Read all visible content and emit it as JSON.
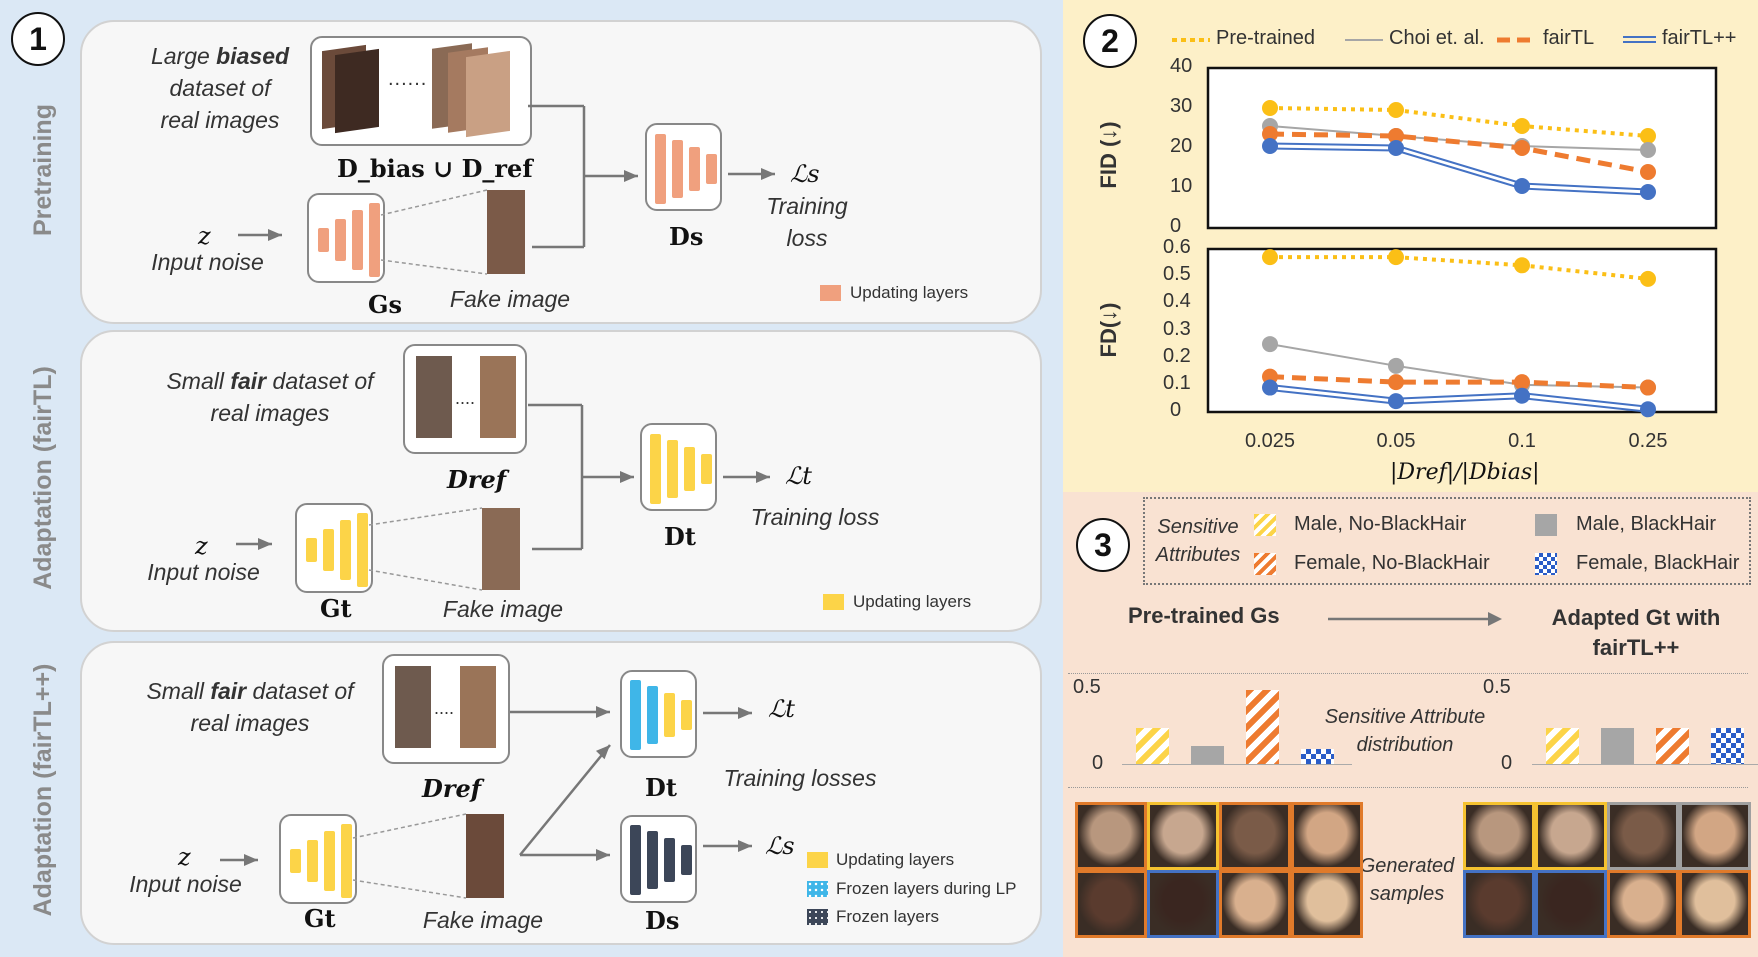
{
  "panels": {
    "p1": {
      "number": "1",
      "title": "Pretraining",
      "dataset_text": [
        "Large",
        "biased",
        "dataset of",
        "real images"
      ],
      "dots": "......",
      "dataset_label": "D_bias ∪ D_ref",
      "disc_label": "Ds",
      "gen_label": "Gs",
      "loss_symbol": "ℒs",
      "loss_text": [
        "Training",
        "loss"
      ],
      "z": "z",
      "noise": "Input noise",
      "fake": "Fake image",
      "legend": "Updating layers"
    },
    "p2": {
      "title": "Adaptation (fairTL)",
      "dataset_text": [
        "Small",
        "fair",
        "dataset of",
        "real images"
      ],
      "dots": "....",
      "dataset_label": "Dref",
      "disc_label": "Dt",
      "gen_label": "Gt",
      "loss_symbol": "ℒt",
      "loss_text": "Training loss",
      "z": "z",
      "noise": "Input noise",
      "fake": "Fake image",
      "legend": "Updating layers"
    },
    "p3": {
      "title": "Adaptation (fairTL++)",
      "dataset_text": [
        "Small",
        "fair",
        "dataset of",
        "real images"
      ],
      "dots": "....",
      "dataset_label": "Dref",
      "disc_t_label": "Dt",
      "disc_s_label": "Ds",
      "gen_label": "Gt",
      "loss_t": "ℒt",
      "loss_s": "ℒs",
      "loss_text": "Training losses",
      "z": "z",
      "noise": "Input noise",
      "fake": "Fake image",
      "legend": [
        "Updating layers",
        "Frozen layers during LP",
        "Frozen layers"
      ]
    }
  },
  "section2": {
    "number": "2",
    "colors": {
      "pretrained": "#fbbf16",
      "choi": "#a6a6a6",
      "fairtl": "#ee7b30",
      "fairtlpp": "#4472c4"
    }
  },
  "chart_data": [
    {
      "type": "line",
      "ylabel": "FID (↓)",
      "ylim": [
        0,
        40
      ],
      "yticks": [
        "0",
        "10",
        "20",
        "30",
        "40"
      ],
      "categories": [
        "0.025",
        "0.05",
        "0.1",
        "0.25"
      ],
      "series": [
        {
          "name": "Pre-trained",
          "values": [
            30,
            29.5,
            25.5,
            23
          ]
        },
        {
          "name": "Choi et. al.",
          "values": [
            25.5,
            23,
            20.5,
            19.5
          ]
        },
        {
          "name": "fairTL",
          "values": [
            23.5,
            23,
            20,
            14
          ]
        },
        {
          "name": "fairTL++",
          "values": [
            20.5,
            20,
            10.5,
            9
          ]
        }
      ]
    },
    {
      "type": "line",
      "ylabel": "FD(↓)",
      "xlabel": "|Dref|/|Dbias|",
      "ylim": [
        0,
        0.6
      ],
      "yticks": [
        "0",
        "0.1",
        "0.2",
        "0.3",
        "0.4",
        "0.5",
        "0.6"
      ],
      "categories": [
        "0.025",
        "0.05",
        "0.1",
        "0.25"
      ],
      "series": [
        {
          "name": "Pre-trained",
          "values": [
            0.57,
            0.57,
            0.54,
            0.49
          ]
        },
        {
          "name": "Choi et. al.",
          "values": [
            0.25,
            0.17,
            0.1,
            0.09
          ]
        },
        {
          "name": "fairTL",
          "values": [
            0.13,
            0.11,
            0.11,
            0.09
          ]
        },
        {
          "name": "fairTL++",
          "values": [
            0.09,
            0.04,
            0.06,
            0.01
          ]
        }
      ]
    },
    {
      "type": "bar",
      "title": "Pre-trained Gs",
      "ylim": [
        0,
        0.5
      ],
      "yticks": [
        "0",
        "0.5"
      ],
      "categories": [
        "Male, No-BlackHair",
        "Male, BlackHair",
        "Female, No-BlackHair",
        "Female, BlackHair"
      ],
      "values": [
        0.24,
        0.12,
        0.5,
        0.1
      ]
    },
    {
      "type": "bar",
      "title": "Adapted Gt with fairTL++",
      "ylim": [
        0,
        0.5
      ],
      "yticks": [
        "0",
        "0.5"
      ],
      "categories": [
        "Male, No-BlackHair",
        "Male, BlackHair",
        "Female, No-BlackHair",
        "Female, BlackHair"
      ],
      "values": [
        0.24,
        0.24,
        0.24,
        0.24
      ]
    }
  ],
  "section3": {
    "number": "3",
    "legend_title": [
      "Sensitive",
      "Attributes"
    ],
    "legend_items": [
      "Male, No-BlackHair",
      "Male, BlackHair",
      "Female, No-BlackHair",
      "Female, BlackHair"
    ],
    "left_title": "Pre-trained Gs",
    "right_title": [
      "Adapted Gt with",
      "fairTL++"
    ],
    "dist_label": [
      "Sensitive Attribute",
      "distribution"
    ],
    "samples_label": [
      "Generated",
      "samples"
    ]
  }
}
